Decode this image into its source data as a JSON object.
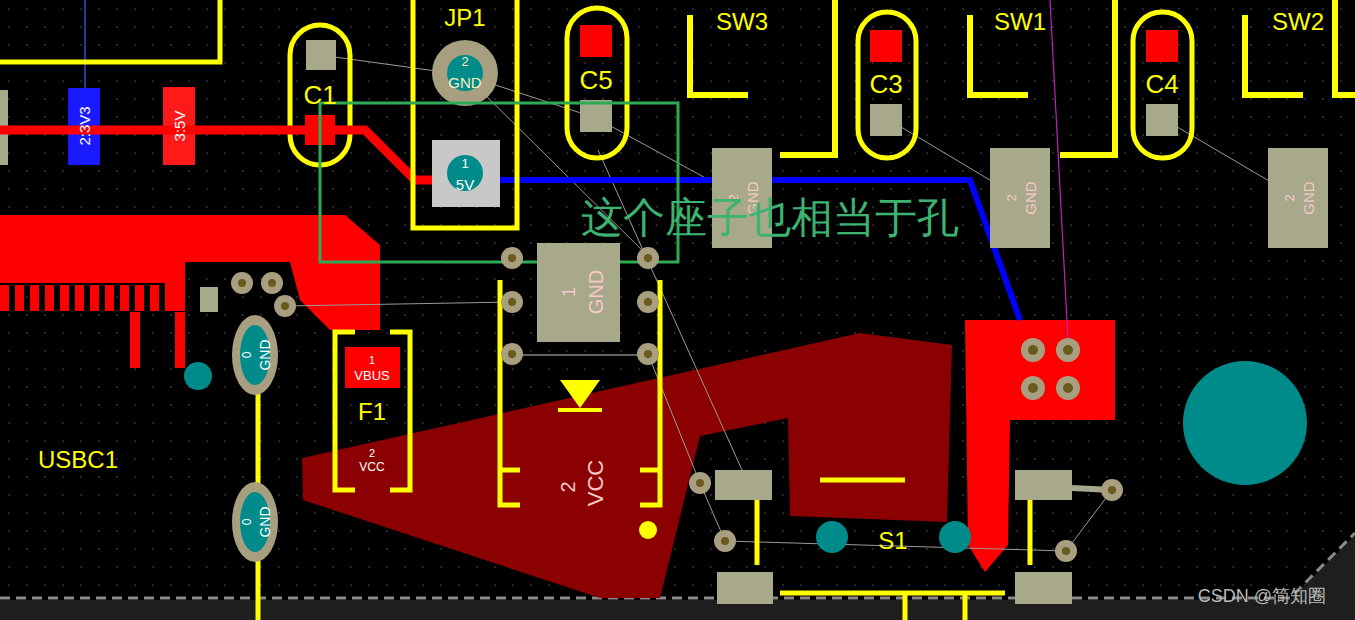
{
  "diagram": {
    "labels": [
      "SW3",
      "SW1",
      "SW2",
      "JP1",
      "C5",
      "C3",
      "C4",
      "C1",
      "2:3V3",
      "3:5V",
      "2",
      "GND",
      "1",
      "5V",
      "2",
      "GND",
      "2",
      "GND",
      "2",
      "GND",
      "1",
      "GND",
      "0",
      "GND",
      "1",
      "VBUS",
      "F1",
      "2",
      "VCC",
      "2",
      "VCC",
      "USBC1",
      "0",
      "GND",
      "S1",
      "CSDN @简知圈",
      "这个座子也相当于孔"
    ]
  }
}
